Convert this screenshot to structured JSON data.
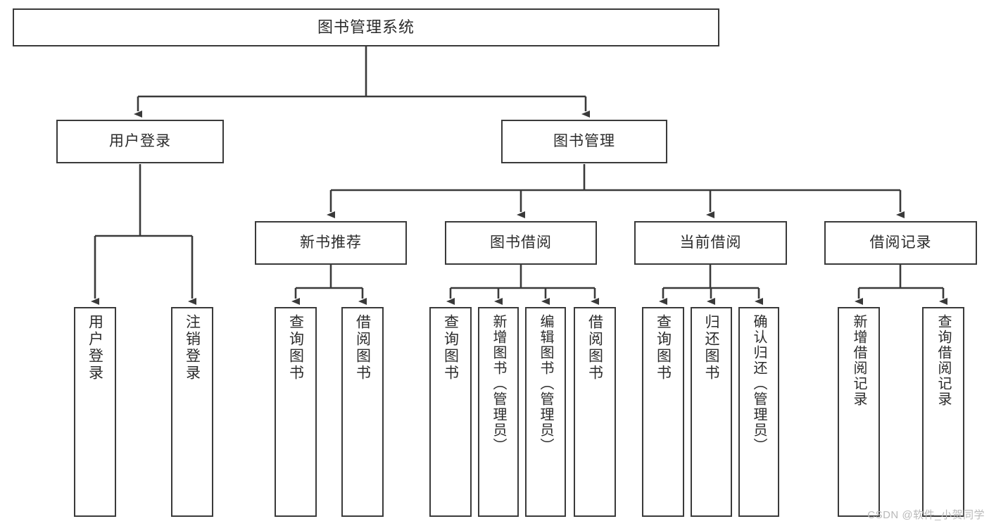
{
  "diagram": {
    "title": "图书管理系统",
    "root": {
      "label": "图书管理系统"
    },
    "level2": [
      {
        "label": "用户登录"
      },
      {
        "label": "图书管理"
      }
    ],
    "level3": [
      {
        "label": "新书推荐"
      },
      {
        "label": "图书借阅"
      },
      {
        "label": "当前借阅"
      },
      {
        "label": "借阅记录"
      }
    ],
    "leaves": {
      "user_login": [
        {
          "label": "用户登录"
        },
        {
          "label": "注销登录"
        }
      ],
      "new_book_recommend": [
        {
          "label": "查询图书"
        },
        {
          "label": "借阅图书"
        }
      ],
      "book_borrow": [
        {
          "label": "查询图书"
        },
        {
          "label": "新增图书（管理员）"
        },
        {
          "label": "编辑图书（管理员）"
        },
        {
          "label": "借阅图书"
        }
      ],
      "current_borrow": [
        {
          "label": "查询图书"
        },
        {
          "label": "归还图书"
        },
        {
          "label": "确认归还（管理员）"
        }
      ],
      "borrow_record": [
        {
          "label": "新增借阅记录"
        },
        {
          "label": "查询借阅记录"
        }
      ]
    },
    "watermark": "CSDN @软件_小贺同学",
    "colors": {
      "border": "#3a3a3a",
      "text": "#2b2b2b",
      "background": "#ffffff",
      "watermark": "#b9b9b9"
    }
  }
}
